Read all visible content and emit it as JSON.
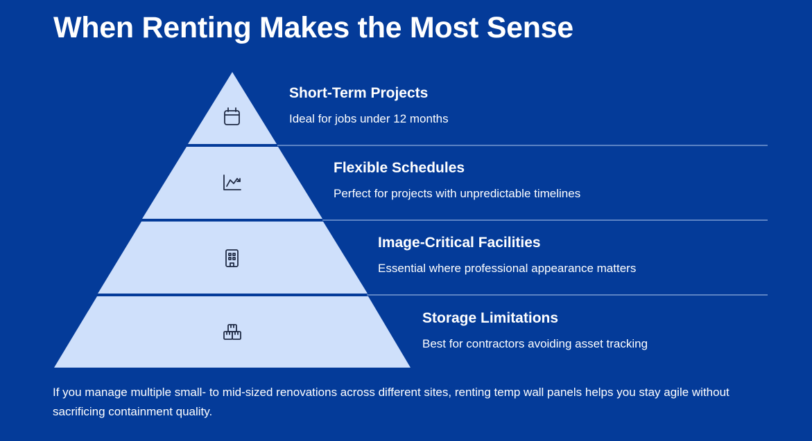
{
  "title": "When Renting Makes the Most Sense",
  "colors": {
    "background": "#043b99",
    "tier_fill": "#cfe0fb",
    "divider": "#7a9bd3",
    "text": "#ffffff",
    "icon": "#1f2a44"
  },
  "tiers": [
    {
      "icon": "calendar-icon",
      "heading": "Short-Term Projects",
      "description": "Ideal for jobs under 12 months"
    },
    {
      "icon": "chart-trend-icon",
      "heading": "Flexible Schedules",
      "description": "Perfect for projects with unpredictable timelines"
    },
    {
      "icon": "building-icon",
      "heading": "Image-Critical Facilities",
      "description": "Essential where professional appearance matters"
    },
    {
      "icon": "boxes-icon",
      "heading": "Storage Limitations",
      "description": "Best for contractors avoiding asset tracking"
    }
  ],
  "footer": "If you manage multiple small- to mid-sized renovations across different sites, renting temp wall panels helps you stay agile without sacrificing containment quality."
}
